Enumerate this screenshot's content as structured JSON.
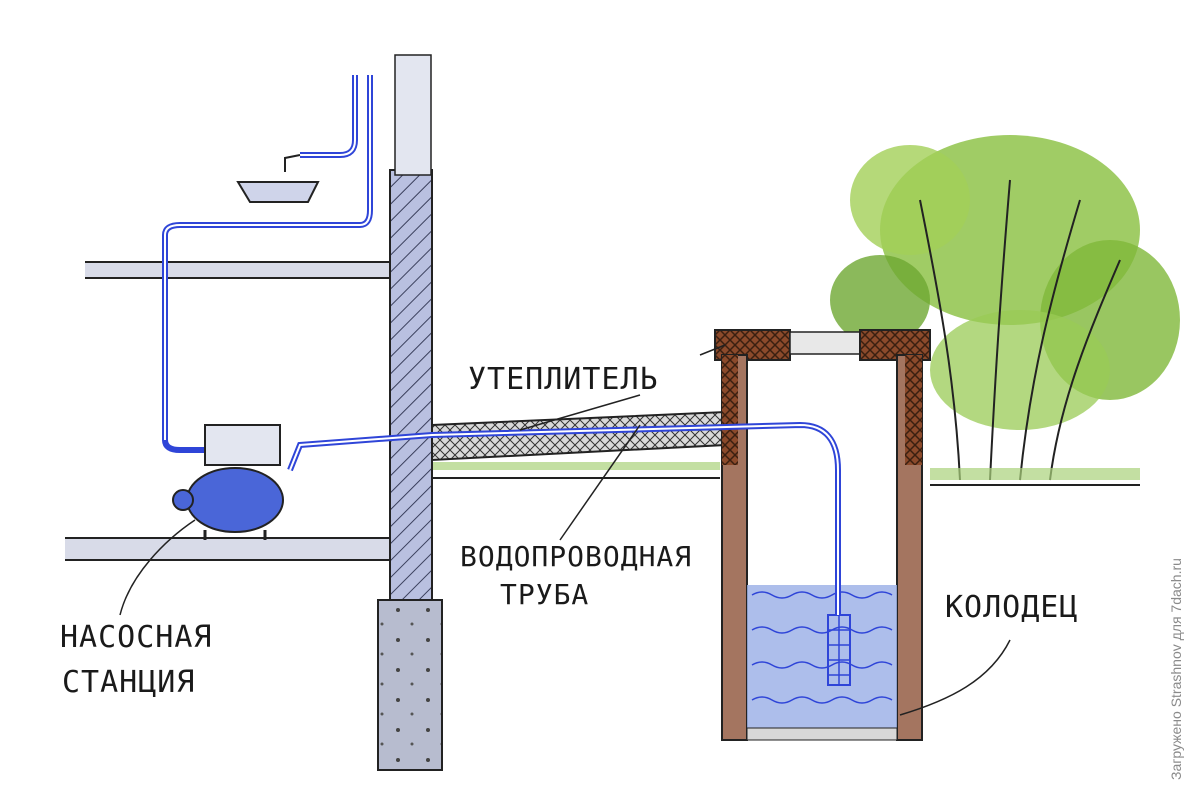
{
  "labels": {
    "insulation": "УТЕПЛИТЕЛЬ",
    "water_pipe_line1": "ВОДОПРОВОДНАЯ",
    "water_pipe_line2": "ТРУБА",
    "pump_station_line1": "НАСОСНАЯ",
    "pump_station_line2": "СТАНЦИЯ",
    "well": "КОЛОДЕЦ"
  },
  "watermark": "Загружено Strashnov для 7dach.ru",
  "colors": {
    "pipe": "#2f45d8",
    "wall": "#9aa6d6",
    "water": "#9fb3e8",
    "insulation": "#8b4a2b",
    "foliage": "#8fc34a",
    "ground_grass": "#a9d27a",
    "ink": "#1a1a1a"
  }
}
